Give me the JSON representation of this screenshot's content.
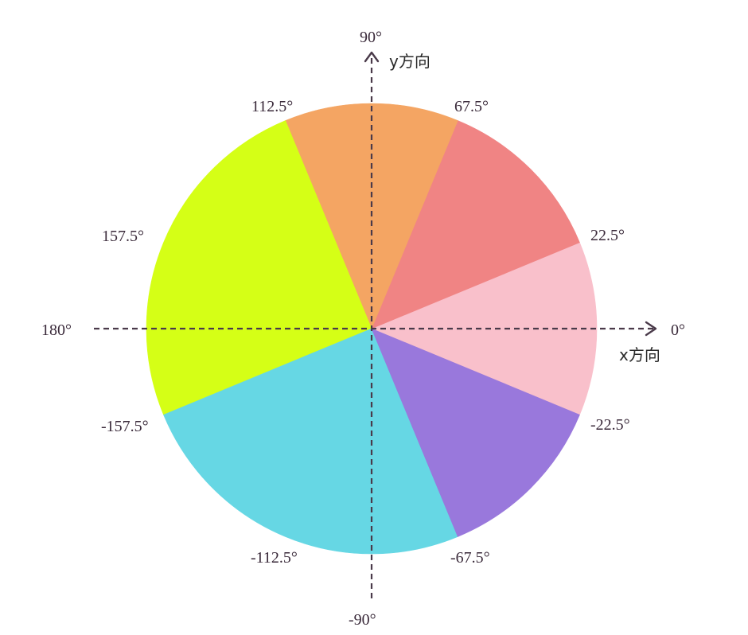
{
  "sectors": [
    {
      "from": -22.5,
      "to": 22.5,
      "color": "#f9c0cb"
    },
    {
      "from": 22.5,
      "to": 67.5,
      "color": "#f08484"
    },
    {
      "from": 67.5,
      "to": 112.5,
      "color": "#f4a563"
    },
    {
      "from": 112.5,
      "to": 202.5,
      "color": "#d5ff16"
    },
    {
      "from": 202.5,
      "to": 292.5,
      "color": "#66d7e4"
    },
    {
      "from": 292.5,
      "to": 337.5,
      "color": "#9978dc"
    }
  ],
  "axes": {
    "x_name": "x方向",
    "y_name": "y方向"
  },
  "angle_labels": {
    "a0": "0°",
    "a22": "22.5°",
    "a67": "67.5°",
    "a90": "90°",
    "a112": "112.5°",
    "a157": "157.5°",
    "a180": "180°",
    "an157": "-157.5°",
    "an112": "-112.5°",
    "an90": "-90°",
    "an67": "-67.5°",
    "an22": "-22.5°"
  }
}
